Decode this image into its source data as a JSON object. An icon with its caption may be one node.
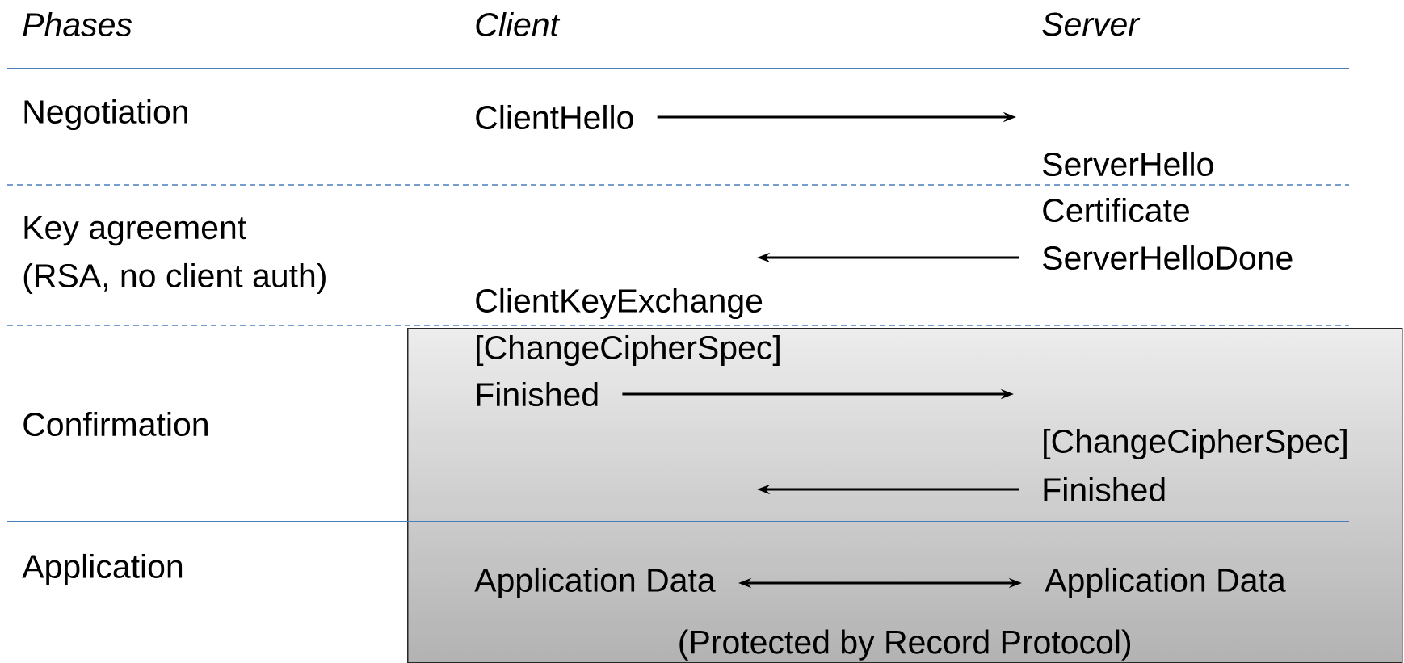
{
  "diagram": {
    "nodes": [
      {
        "text": [
          "ClientHello"
        ]
      },
      {
        "text": [
          "ServerHelloDone"
        ]
      },
      {
        "text": [
          "(Protected by Record Protocol)"
        ]
      },
      {
        "text": [
          "Finished"
        ],
        "in": 2
      },
      {
        "text": [
          "Finished"
        ],
        "in": 2
      },
      {
        "text": [
          "Application Data"
        ],
        "in": 2
      },
      {
        "text": [
          "Application Data"
        ],
        "in": 2
      }
    ],
    "edges": [
      {
        "from": 0,
        "to": null,
        "arrow": "to"
      },
      {
        "from": 1,
        "to": null,
        "arrow": "to"
      },
      {
        "from": 3,
        "to": null,
        "arrow": "to"
      },
      {
        "from": 4,
        "to": null,
        "arrow": "to"
      },
      {
        "from": 5,
        "to": 6,
        "arrow": "both"
      }
    ],
    "labels": [
      "Phases",
      "Client",
      "Server",
      "Negotiation",
      "ServerHello",
      "Certificate",
      "Key agreement",
      "(RSA, no client auth)",
      "ClientKeyExchange",
      "[ChangeCipherSpec]",
      "Confirmation",
      "[ChangeCipherSpec]",
      "Application"
    ]
  }
}
